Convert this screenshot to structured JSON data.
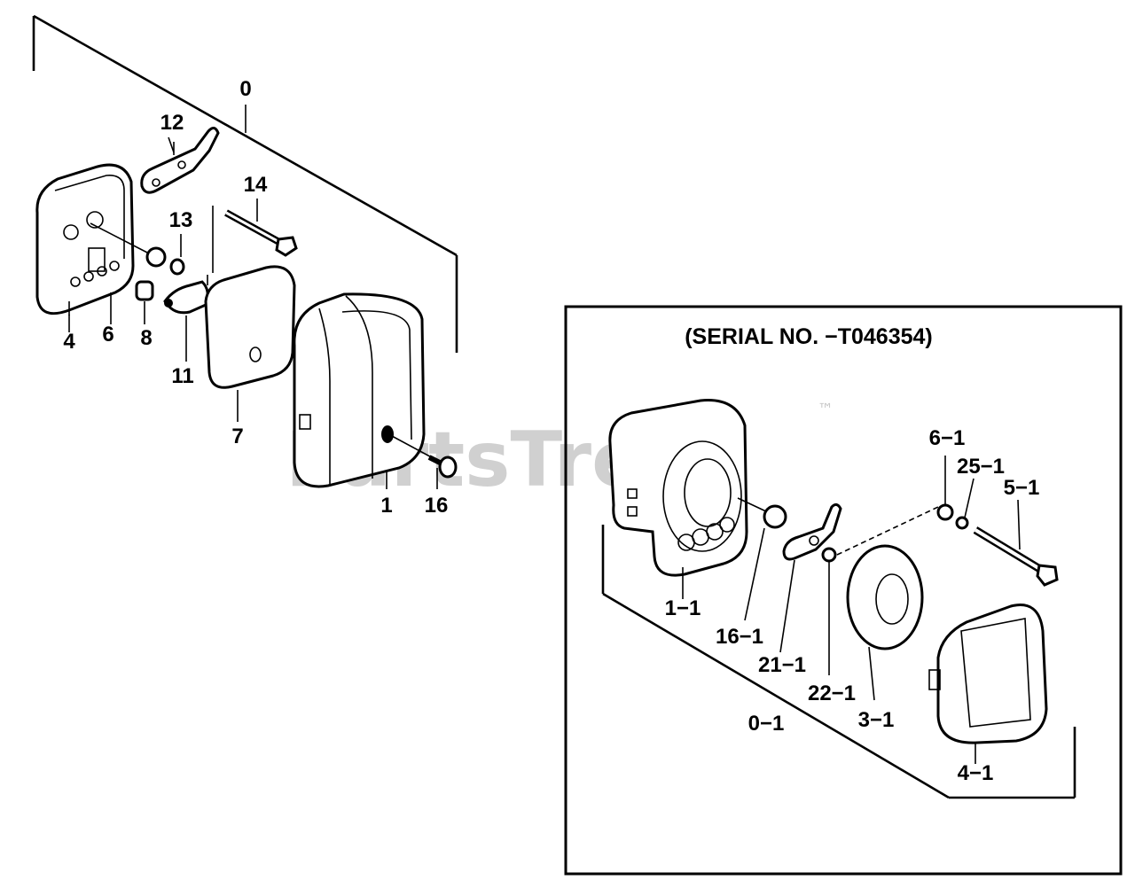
{
  "diagram": {
    "labels": {
      "l0": "0",
      "l1": "1",
      "l4": "4",
      "l6": "6",
      "l7": "7",
      "l8": "8",
      "l11": "11",
      "l12": "12",
      "l13": "13",
      "l14": "14",
      "l16": "16",
      "l0_1": "0−1",
      "l1_1": "1−1",
      "l3_1": "3−1",
      "l4_1": "4−1",
      "l5_1": "5−1",
      "l6_1": "6−1",
      "l16_1": "16−1",
      "l21_1": "21−1",
      "l22_1": "22−1",
      "l25_1": "25−1"
    },
    "inset_title": "(SERIAL NO. −T046354)",
    "watermark": "PartsTree",
    "trademark": "™"
  }
}
